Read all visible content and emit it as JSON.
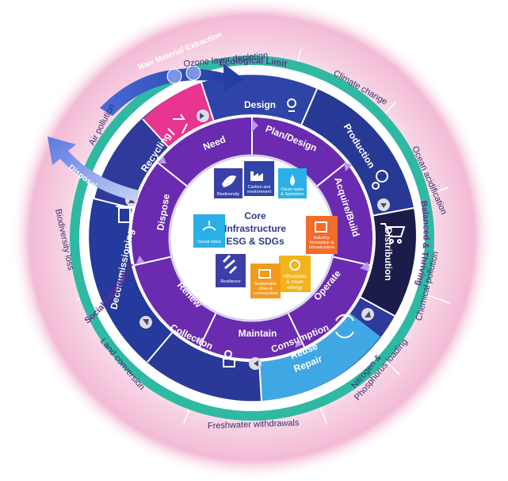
{
  "colors": {
    "outer_glow": "#f4c6dc",
    "ring_green": "#2fb9a2",
    "ring_outer": "#2f3a9a",
    "ring_mid": "#6a2bb0",
    "ring_inner": "#8c3ac6",
    "core": "#ffffff",
    "core_text": "#2b3a8c",
    "arrow_blue": "#3b56c8",
    "label_dark": "#3a2f6b"
  },
  "boundaries": {
    "labels": [
      "Ozone layer depletion",
      "Climate change",
      "Ocean acidification",
      "Chemical pollution",
      "Nitrogen & Phosphorus loading",
      "Freshwater withdrawals",
      "Land conversion",
      "Biodiversity loss",
      "Air pollution"
    ]
  },
  "ring_labels": {
    "ecological_limit": "Ecological Limit",
    "balanced_thriving": "Balanced & Thriving",
    "social_foundation": "Social Foundation"
  },
  "arrows": {
    "raw_material": "Raw Material Extraction",
    "disposal": "Disposal"
  },
  "stages": {
    "design": "Design",
    "production": "Production",
    "distribution": "Distribution",
    "consumption": [
      "Consumption",
      "Reuse",
      "Repair"
    ],
    "collection": "Collection",
    "decommissioning": "Decommissioning",
    "recycling": "Recycling"
  },
  "inner_steps": [
    "Need",
    "Plan/Design",
    "Acquire/Build",
    "Operate",
    "Maintain",
    "Renew",
    "Dispose"
  ],
  "core": {
    "line1": "Core",
    "line2": "Infrastructure",
    "line3": "ESG & SDGs"
  },
  "sdgs": {
    "biodiversity": "Biodiversity",
    "carbon": [
      "Carbon and",
      "environment"
    ],
    "clean_water": [
      "Clean water",
      "& Sanitation"
    ],
    "industry": [
      "Industry,",
      "Innovation &",
      "Infrastructure"
    ],
    "energy": [
      "Affordable",
      "& clean",
      "energy"
    ],
    "cities": [
      "Sustainable",
      "cities &",
      "communities"
    ],
    "resilience": "Resilience",
    "social": "Social value"
  },
  "icons": [
    "raw-material-arrow-icon",
    "disposal-arrow-icon",
    "recycling-icon",
    "design-lightbulb-icon",
    "production-gears-icon",
    "shopping-cart-icon",
    "reuse-cycle-icon",
    "delivery-person-icon",
    "trash-bin-icon",
    "chevron-icon"
  ]
}
